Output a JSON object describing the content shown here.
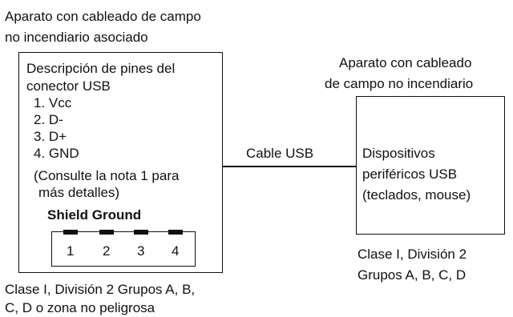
{
  "left_apparatus": {
    "title_line1": "Aparato con cableado de campo",
    "title_line2": "no incendiario asociado",
    "pin_desc_line1": "Descripción de pines del",
    "pin_desc_line2": "conector USB",
    "pins": [
      "1. Vcc",
      "2. D-",
      "3. D+",
      "4. GND"
    ],
    "note_line1": "(Consulte la nota 1 para",
    "note_line2": "más detalles)",
    "shield_label": "Shield Ground",
    "connector_pins": [
      "1",
      "2",
      "3",
      "4"
    ],
    "class_line1": "Clase I, División 2 Grupos A, B,",
    "class_line2": "C, D o zona no peligrosa"
  },
  "cable": {
    "label": "Cable USB"
  },
  "right_apparatus": {
    "title_line1": "Aparato con cableado",
    "title_line2": "de campo no incendiario",
    "device_line1": "Dispositivos",
    "device_line2": "periféricos USB",
    "device_line3": "(teclados, mouse)",
    "class_line1": "Clase I, División 2",
    "class_line2": "Grupos A, B, C, D"
  }
}
